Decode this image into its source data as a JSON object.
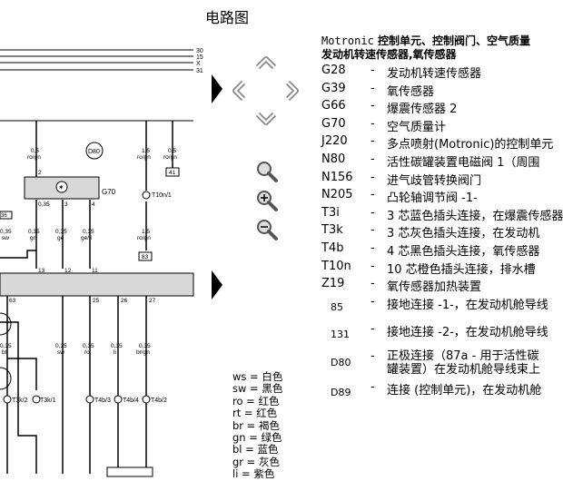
{
  "page_title": "电路图",
  "legend_title_mono": "Motronic",
  "legend_title_rest": " 控制单元、控制阀门、空气质量",
  "legend_title_line2": "发动机转速传感器,氧传感器",
  "legend": [
    {
      "code": "G28",
      "dash": "-",
      "desc": "发动机转速传感器"
    },
    {
      "code": "G39",
      "dash": "-",
      "desc": "氧传感器"
    },
    {
      "code": "G66",
      "dash": "-",
      "desc": "爆震传感器 2"
    },
    {
      "code": "G70",
      "dash": "-",
      "desc": "空气质量计"
    },
    {
      "code": "J220",
      "dash": "-",
      "desc": "多点喷射(Motronic)的控制单元"
    },
    {
      "code": "N80",
      "dash": "-",
      "desc": "活性碳罐装置电磁阀 1（周围"
    },
    {
      "code": "N156",
      "dash": "-",
      "desc": "进气歧管转换阀门"
    },
    {
      "code": "N205",
      "dash": "-",
      "desc": "凸轮轴调节阀 -1-"
    },
    {
      "code": "T3i",
      "dash": "-",
      "desc": "3 芯蓝色插头连接，在爆震传感器"
    },
    {
      "code": "T3k",
      "dash": "-",
      "desc": "3 芯灰色插头连接，在发动机"
    },
    {
      "code": "T4b",
      "dash": "-",
      "desc": "4 芯黑色插头连接，氧传感器"
    },
    {
      "code": "T10n",
      "dash": "-",
      "desc": "10 芯橙色插头连接，排水槽"
    },
    {
      "code": "Z19",
      "dash": "-",
      "desc": "氧传感器加热装置"
    }
  ],
  "legend_small": [
    {
      "code": "85",
      "dash": "-",
      "desc": "接地连接 -1-，在发动机舱导线"
    },
    {
      "code": "131",
      "dash": "-",
      "desc": "接地连接 -2-，在发动机舱导线"
    },
    {
      "code": "D80",
      "dash": "-",
      "desc": "正极连接（87a - 用于活性碳罐装置）在发动机舱导线束上"
    },
    {
      "code": "D89",
      "dash": "-",
      "desc": "连接 (控制单元)，在发动机舱"
    }
  ],
  "wire_colors": [
    "ws = 白色",
    "sw = 黑色",
    "ro = 红色",
    "rt = 红色",
    "br = 褐色",
    "gn = 绿色",
    "bl = 蓝色",
    "gr = 灰色",
    "li = 紫色"
  ],
  "diagram": {
    "bus_labels": [
      "30",
      "15",
      "X",
      "31"
    ],
    "wire_labels": {
      "w1": [
        "0,5",
        "ro/gn"
      ],
      "w2": [
        "1,5",
        "ro/gn"
      ],
      "w3": [
        "0,5",
        "ro/gn"
      ],
      "d80": "D80",
      "tag41": "41",
      "pin2": "2",
      "g70": "G70",
      "t10n1": "T10n/1",
      "pin3": "3",
      "pin4": "4",
      "tag36": "36",
      "s1": [
        "0,35",
        "sw"
      ],
      "s2": [
        "0,35",
        "gn"
      ],
      "s3": [
        "0,35",
        "ge"
      ],
      "s4": [
        "0,35",
        "ge/li"
      ],
      "s5": [
        "1,5",
        "ro/gn"
      ],
      "tag83": "83",
      "p13": "13",
      "p12": "12",
      "p11": "11",
      "p63": "63",
      "p25": "25",
      "p26": "26",
      "p27": "27",
      "b1": [
        "0,35",
        "bl"
      ],
      "b2": [
        "0,35",
        "sw"
      ],
      "b3": [
        "0,35",
        "ro"
      ],
      "b4": [
        "0,35",
        "li"
      ],
      "b5": [
        "0,35",
        "br/gn"
      ],
      "t3k2": "T3k/2",
      "t3k1": "T3k/1",
      "t4b3": "T4b/3",
      "t4b4": "T4b/4",
      "t4b2": "T4b/2"
    }
  }
}
